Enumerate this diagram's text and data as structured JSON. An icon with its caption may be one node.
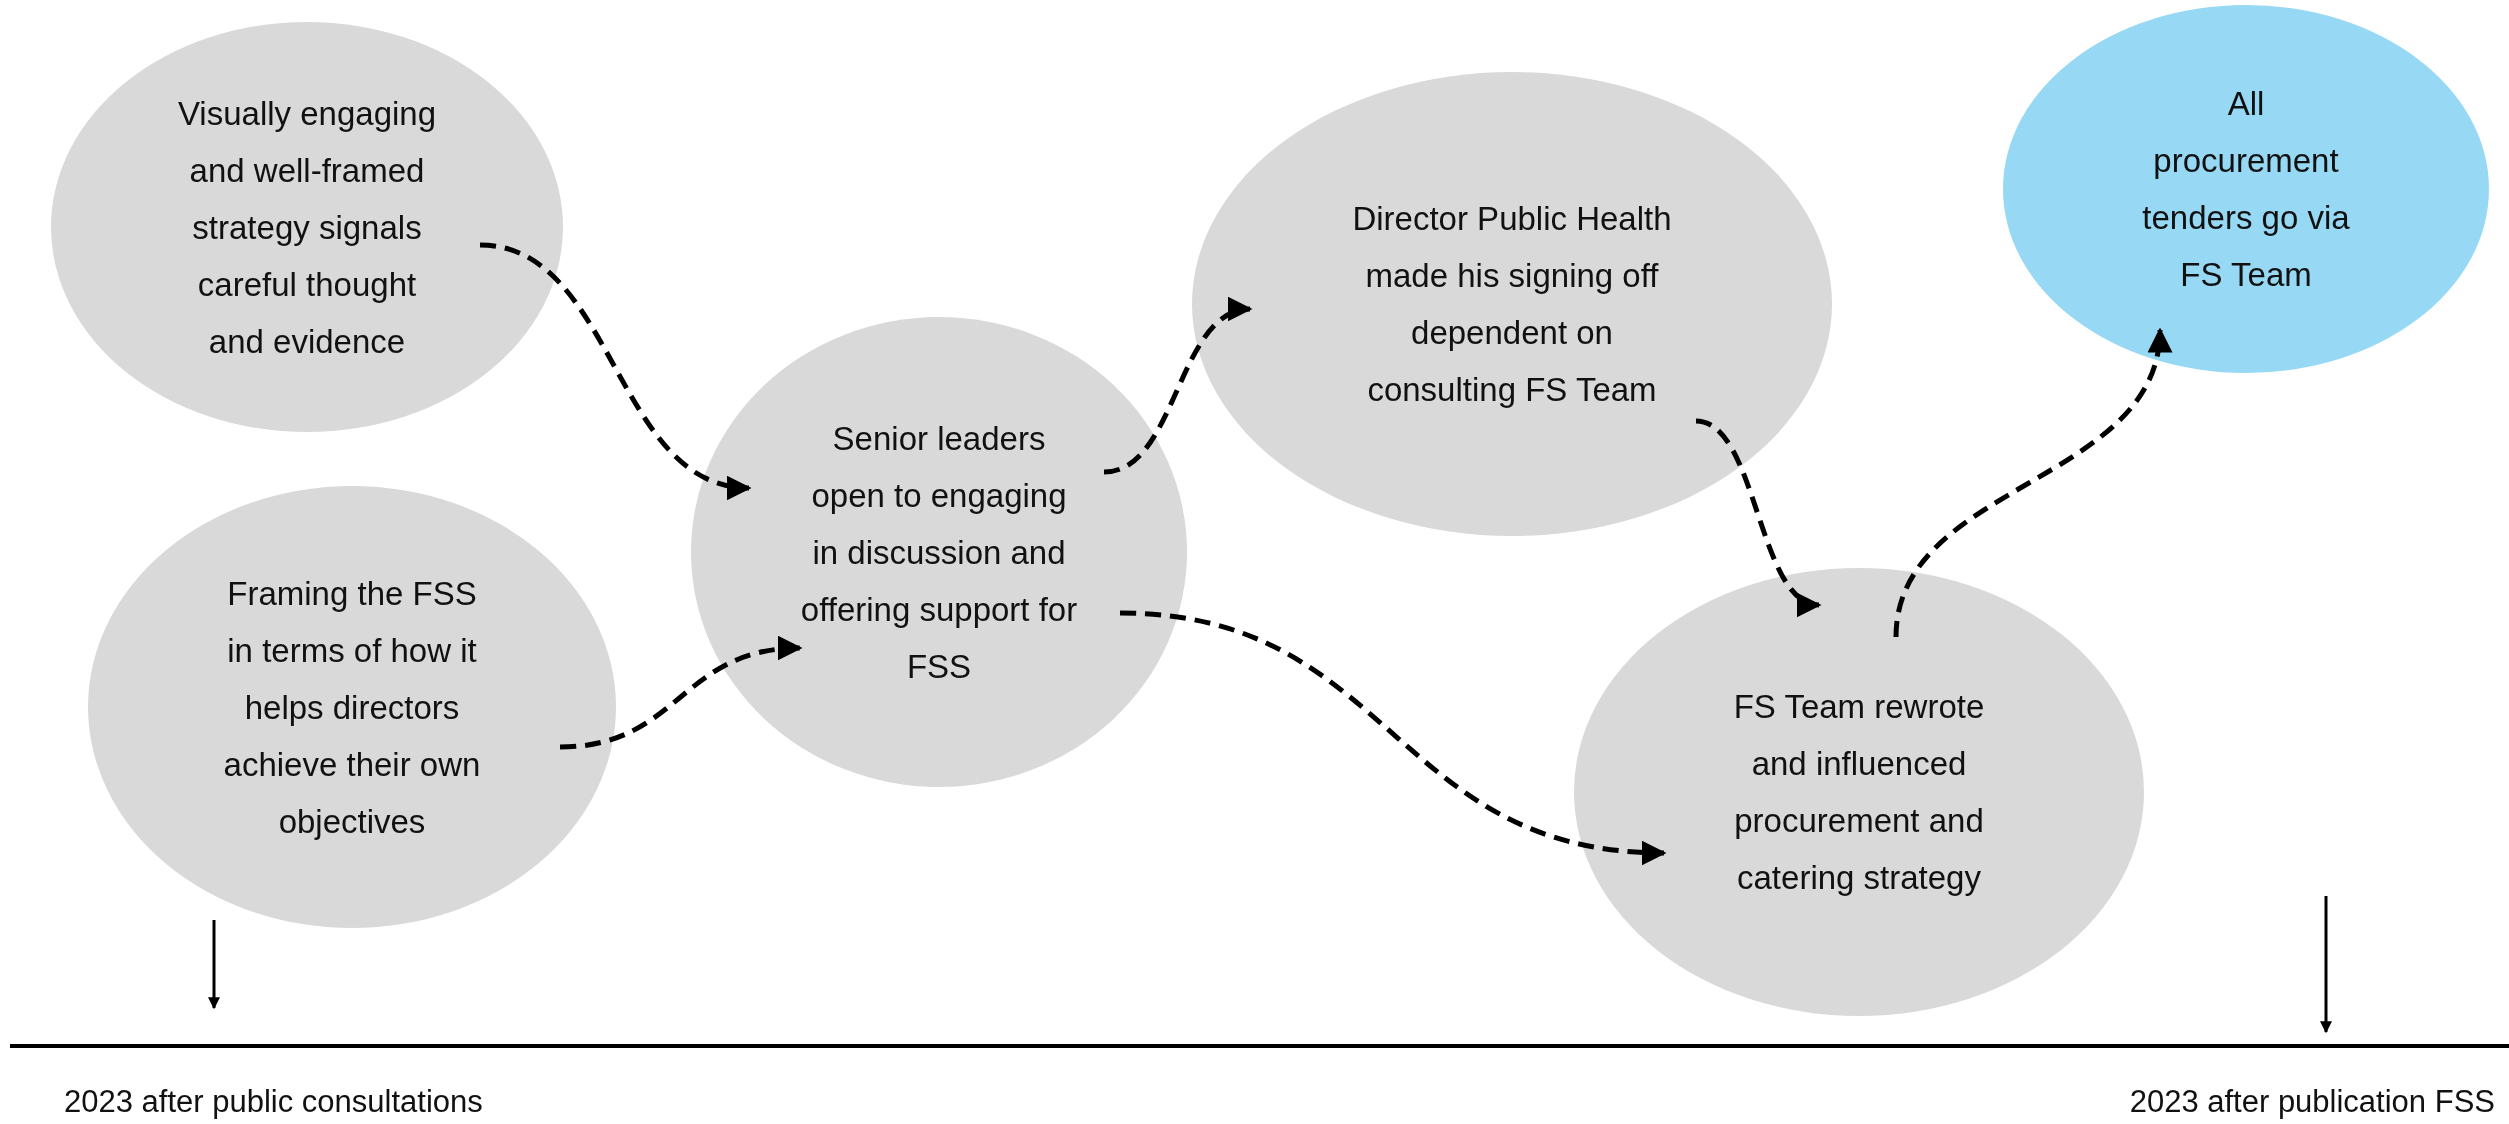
{
  "diagram": {
    "nodes": [
      {
        "text": [
          "Visually engaging and well-framed strategy signals careful thought and evidence"
        ]
      },
      {
        "text": [
          "Framing the FSS in terms of how it helps directors achieve their own objectives"
        ]
      },
      {
        "text": [
          "Senior leaders open to engaging in discussion and offering support for FSS"
        ]
      },
      {
        "text": [
          "Director Public Health made his signing off dependent on consulting FS Team"
        ]
      },
      {
        "text": [
          "FS Team rewrote and influenced procurement and catering strategy"
        ]
      },
      {
        "text": [
          "All procurement tenders go via FS Team"
        ]
      }
    ],
    "edges": [
      {
        "from": 0,
        "to": 2,
        "arrow": "to",
        "style": "dashed"
      },
      {
        "from": 1,
        "to": 2,
        "arrow": "to",
        "style": "dashed"
      },
      {
        "from": 2,
        "to": 3,
        "arrow": "to",
        "style": "dashed"
      },
      {
        "from": 2,
        "to": 4,
        "arrow": "to",
        "style": "dashed"
      },
      {
        "from": 3,
        "to": 4,
        "arrow": "to",
        "style": "dashed"
      },
      {
        "from": 4,
        "to": 5,
        "arrow": "to",
        "style": "dashed"
      }
    ],
    "labels": [
      "2023 after public consultations",
      "2023 after publication FSS"
    ]
  }
}
